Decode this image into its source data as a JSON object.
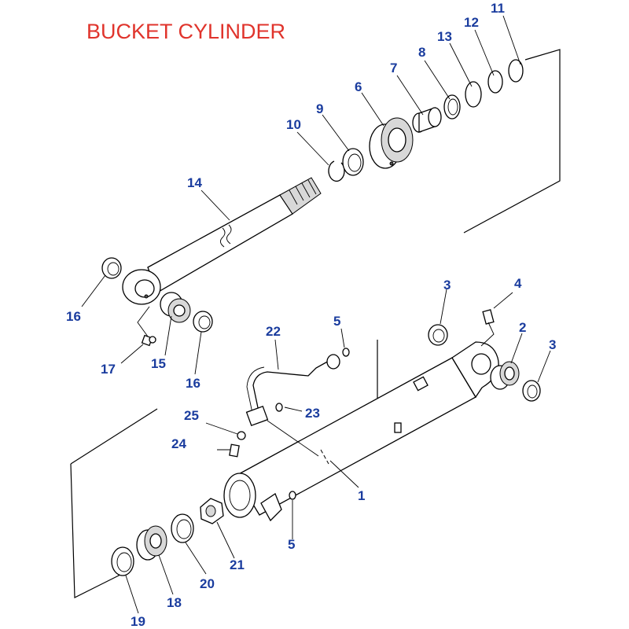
{
  "title": "BUCKET CYLINDER",
  "callouts": {
    "n1": "1",
    "n2": "2",
    "n3a": "3",
    "n3b": "3",
    "n4": "4",
    "n5a": "5",
    "n5b": "5",
    "n6": "6",
    "n7": "7",
    "n8": "8",
    "n9": "9",
    "n10": "10",
    "n11": "11",
    "n12": "12",
    "n13": "13",
    "n14": "14",
    "n15": "15",
    "n16a": "16",
    "n16b": "16",
    "n17": "17",
    "n18": "18",
    "n19": "19",
    "n20": "20",
    "n21": "21",
    "n22": "22",
    "n23": "23",
    "n24": "24",
    "n25": "25"
  },
  "colors": {
    "title": "#e0342c",
    "callout": "#1a3c9e"
  }
}
